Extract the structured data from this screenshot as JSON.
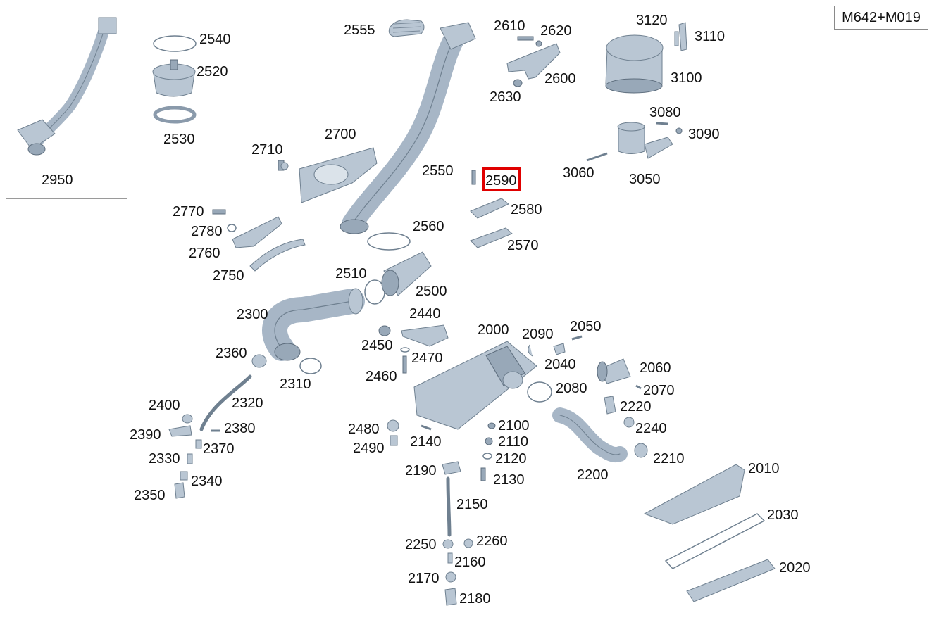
{
  "model_badge": "M642+M019",
  "highlighted_part": "2590",
  "colors": {
    "highlight": "#e00000",
    "part_fill": "#b9c6d3",
    "part_stroke": "#6f8090"
  },
  "labels": {
    "p2950": "2950",
    "p2540": "2540",
    "p2520": "2520",
    "p2530": "2530",
    "p2555": "2555",
    "p2610": "2610",
    "p2620": "2620",
    "p2600": "2600",
    "p2630": "2630",
    "p3120": "3120",
    "p3110": "3110",
    "p3100": "3100",
    "p3080": "3080",
    "p3090": "3090",
    "p3060": "3060",
    "p3050": "3050",
    "p2700": "2700",
    "p2710": "2710",
    "p2550": "2550",
    "p2590": "2590",
    "p2580": "2580",
    "p2570": "2570",
    "p2770": "2770",
    "p2780": "2780",
    "p2760": "2760",
    "p2750": "2750",
    "p2560": "2560",
    "p2510": "2510",
    "p2500": "2500",
    "p2300": "2300",
    "p2440": "2440",
    "p2450": "2450",
    "p2470": "2470",
    "p2460": "2460",
    "p2000": "2000",
    "p2090": "2090",
    "p2050": "2050",
    "p2040": "2040",
    "p2060": "2060",
    "p2070": "2070",
    "p2080": "2080",
    "p2220": "2220",
    "p2240": "2240",
    "p2210": "2210",
    "p2200": "2200",
    "p2360": "2360",
    "p2310": "2310",
    "p2320": "2320",
    "p2400": "2400",
    "p2390": "2390",
    "p2380": "2380",
    "p2370": "2370",
    "p2330": "2330",
    "p2340": "2340",
    "p2350": "2350",
    "p2480": "2480",
    "p2490": "2490",
    "p2140": "2140",
    "p2100": "2100",
    "p2110": "2110",
    "p2120": "2120",
    "p2130": "2130",
    "p2190": "2190",
    "p2150": "2150",
    "p2250": "2250",
    "p2260": "2260",
    "p2160": "2160",
    "p2170": "2170",
    "p2180": "2180",
    "p2010": "2010",
    "p2030": "2030",
    "p2020": "2020"
  }
}
